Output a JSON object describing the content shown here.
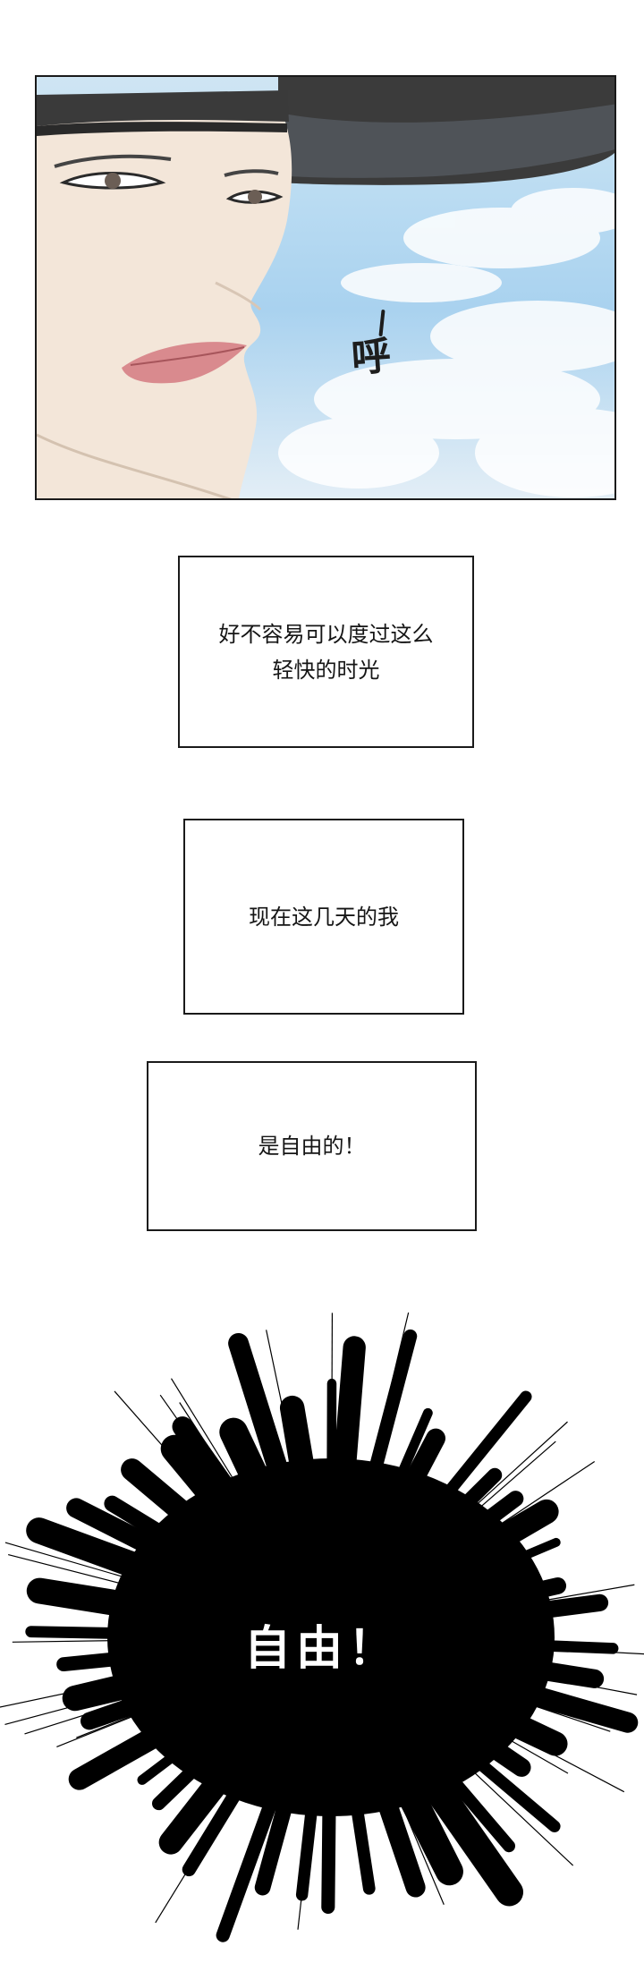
{
  "panels": {
    "top": {
      "sfx": "呼"
    },
    "caption_1": {
      "line_1": "好不容易可以度过这么",
      "line_2": "轻快的时光"
    },
    "caption_2": {
      "text": "现在这几天的我"
    },
    "caption_3": {
      "text": "是自由的！"
    },
    "burst": {
      "text": "自由！"
    }
  },
  "colors": {
    "ink": "#111111",
    "sky": "#a9d2ef",
    "skin": "#f3e6d9",
    "lips": "#d98a8e",
    "hat": "#3a3a3a"
  }
}
